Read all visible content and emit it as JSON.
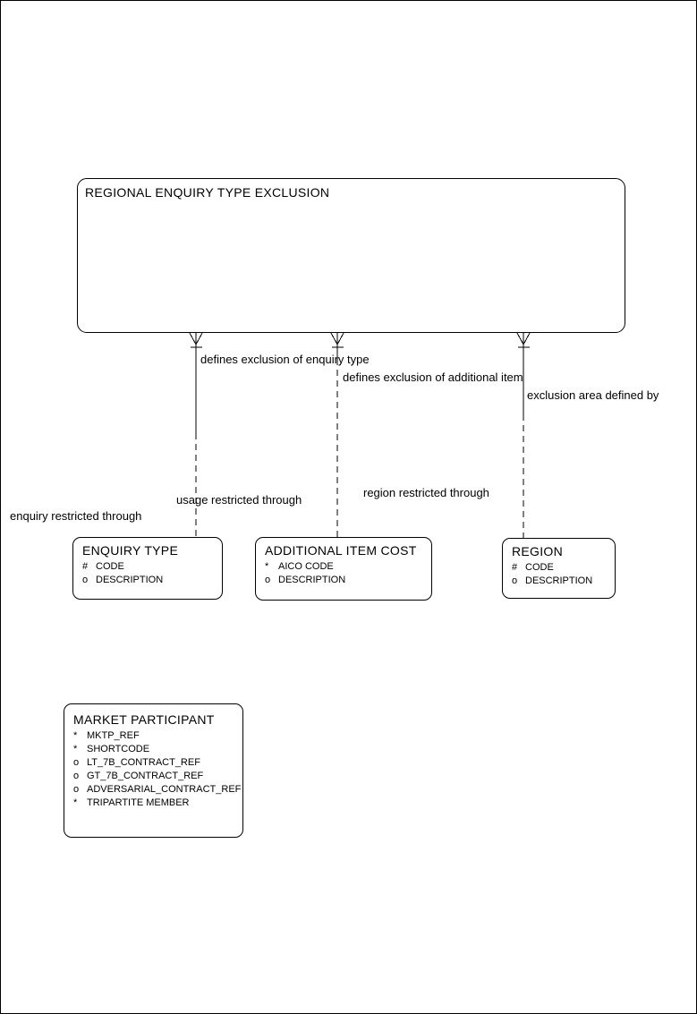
{
  "entities": {
    "retx": {
      "name": "REGIONAL ENQUIRY TYPE EXCLUSION"
    },
    "enquiry_type": {
      "name": "ENQUIRY TYPE",
      "attributes": [
        {
          "prefix": "#",
          "name": "CODE"
        },
        {
          "prefix": "o",
          "name": "DESCRIPTION"
        }
      ]
    },
    "additional_item_cost": {
      "name": "ADDITIONAL ITEM COST",
      "attributes": [
        {
          "prefix": "*",
          "name": "AICO CODE"
        },
        {
          "prefix": "o",
          "name": "DESCRIPTION"
        }
      ]
    },
    "region": {
      "name": "REGION",
      "attributes": [
        {
          "prefix": "#",
          "name": "CODE"
        },
        {
          "prefix": "o",
          "name": "DESCRIPTION"
        }
      ]
    },
    "market_participant": {
      "name": "MARKET PARTICIPANT",
      "attributes": [
        {
          "prefix": "*",
          "name": "MKTP_REF"
        },
        {
          "prefix": "*",
          "name": "SHORTCODE"
        },
        {
          "prefix": "o",
          "name": "LT_7B_CONTRACT_REF"
        },
        {
          "prefix": "o",
          "name": "GT_7B_CONTRACT_REF"
        },
        {
          "prefix": "o",
          "name": "ADVERSARIAL_CONTRACT_REF"
        },
        {
          "prefix": "*",
          "name": "TRIPARTITE MEMBER"
        }
      ]
    }
  },
  "relationship_labels": {
    "defines_exclusion_of_enquiry_type": "defines exclusion of enquiry type",
    "defines_exclusion_of_additional_item": "defines exclusion of additional item",
    "exclusion_area_defined_by": "exclusion area defined by",
    "usage_restricted_through": "usage restricted through",
    "region_restricted_through": "region restricted through",
    "enquiry_restricted_through": "enquiry restricted through"
  },
  "colors": {
    "line": "#000000",
    "background": "#ffffff",
    "text": "#000000"
  }
}
